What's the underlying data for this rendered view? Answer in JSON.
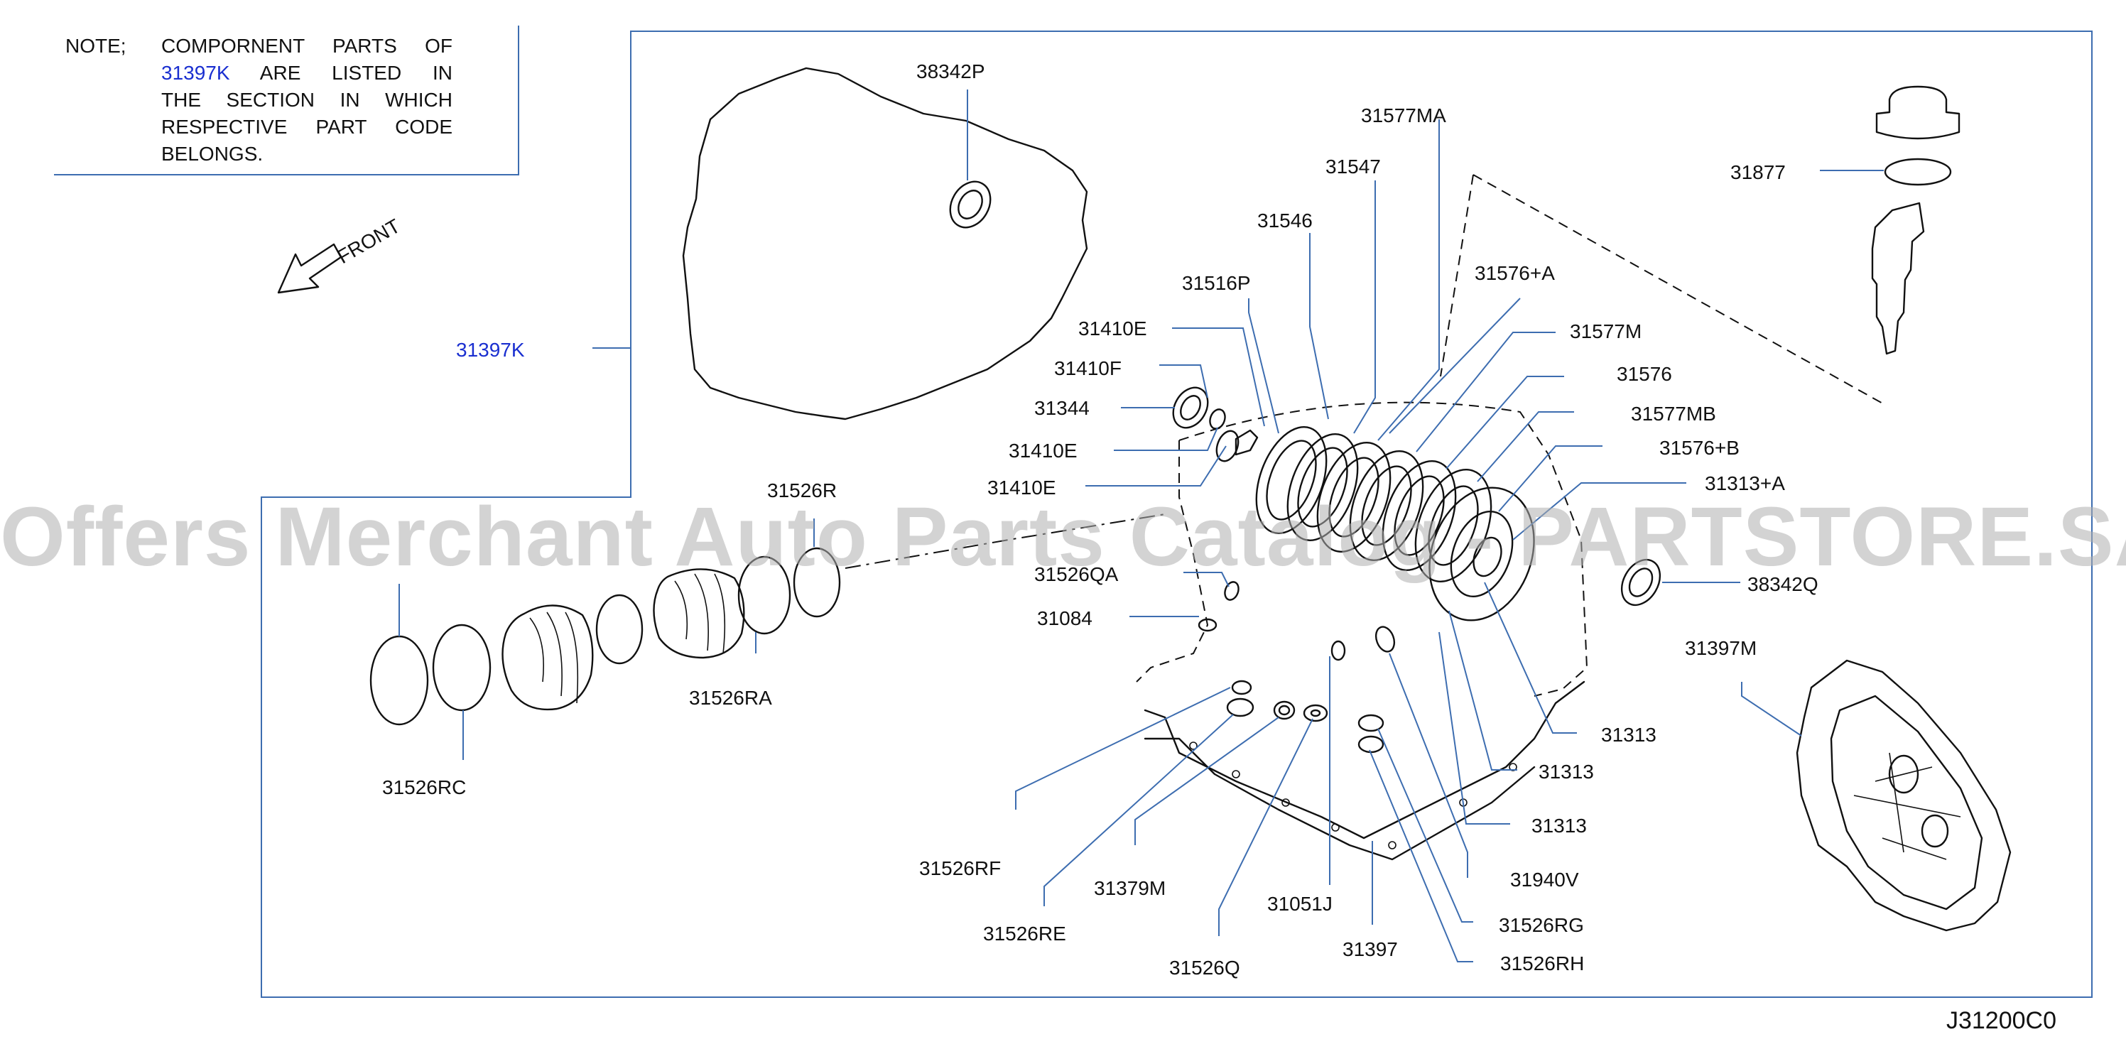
{
  "note": {
    "label": "NOTE;",
    "line1": "COMPORNENT PARTS OF",
    "line2_ref": "31397K",
    "line2_rest": "ARE LISTED IN",
    "line3": "THE SECTION IN WHICH",
    "line4": "RESPECTIVE PART CODE",
    "line5": "BELONGS."
  },
  "front_label": "FRONT",
  "diagram_code": "J31200C0",
  "watermark": "Offers Merchant Auto Parts Catalog - PARTSTORE.SA",
  "colors": {
    "leader": "#3d6db0",
    "reference": "#1a2fd0",
    "ink": "#111111"
  },
  "callouts": [
    {
      "id": "c-38342p",
      "text": "38342P"
    },
    {
      "id": "c-31577ma",
      "text": "31577MA"
    },
    {
      "id": "c-31547",
      "text": "31547"
    },
    {
      "id": "c-31546",
      "text": "31546"
    },
    {
      "id": "c-31516p",
      "text": "31516P"
    },
    {
      "id": "c-31576a",
      "text": "31576+A"
    },
    {
      "id": "c-31410e-1",
      "text": "31410E"
    },
    {
      "id": "c-31577m",
      "text": "31577M"
    },
    {
      "id": "c-31410f",
      "text": "31410F"
    },
    {
      "id": "c-31576",
      "text": "31576"
    },
    {
      "id": "c-31344",
      "text": "31344"
    },
    {
      "id": "c-31577mb",
      "text": "31577MB"
    },
    {
      "id": "c-31410e-2",
      "text": "31410E"
    },
    {
      "id": "c-31576b",
      "text": "31576+B"
    },
    {
      "id": "c-31410e-3",
      "text": "31410E"
    },
    {
      "id": "c-31313a",
      "text": "31313+A"
    },
    {
      "id": "c-31526r",
      "text": "31526R"
    },
    {
      "id": "c-31526qa",
      "text": "31526QA"
    },
    {
      "id": "c-38342q",
      "text": "38342Q"
    },
    {
      "id": "c-31084",
      "text": "31084"
    },
    {
      "id": "c-31526ra",
      "text": "31526RA"
    },
    {
      "id": "c-31397m",
      "text": "31397M"
    },
    {
      "id": "c-31313-1",
      "text": "31313"
    },
    {
      "id": "c-31313-2",
      "text": "31313"
    },
    {
      "id": "c-31526rc",
      "text": "31526RC"
    },
    {
      "id": "c-31313-3",
      "text": "31313"
    },
    {
      "id": "c-31526rf",
      "text": "31526RF"
    },
    {
      "id": "c-31940v",
      "text": "31940V"
    },
    {
      "id": "c-31379m",
      "text": "31379M"
    },
    {
      "id": "c-31051j",
      "text": "31051J"
    },
    {
      "id": "c-31526re",
      "text": "31526RE"
    },
    {
      "id": "c-31526rg",
      "text": "31526RG"
    },
    {
      "id": "c-31397",
      "text": "31397"
    },
    {
      "id": "c-31526q",
      "text": "31526Q"
    },
    {
      "id": "c-31526rh",
      "text": "31526RH"
    },
    {
      "id": "c-31877",
      "text": "31877"
    },
    {
      "id": "c-31397k",
      "text": "31397K"
    }
  ]
}
